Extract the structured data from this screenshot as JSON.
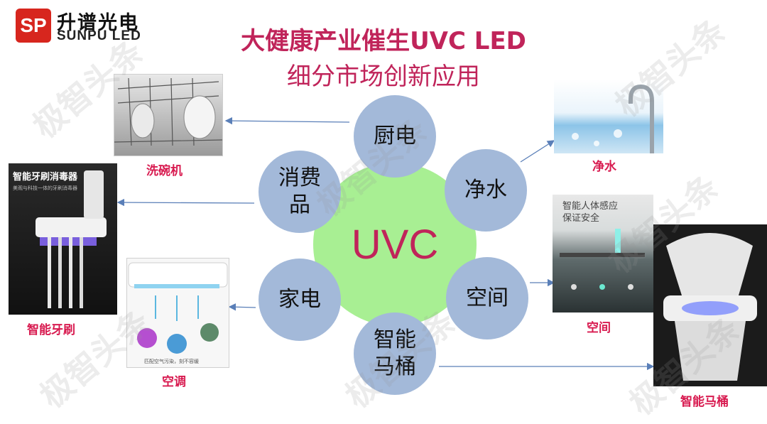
{
  "logo": {
    "cn": "升谱光电",
    "en": "SUNPU LED",
    "mark": "SP"
  },
  "title": {
    "line1": "大健康产业催生UVC LED",
    "line2": "细分市场创新应用"
  },
  "center": {
    "label": "UVC"
  },
  "nodes": {
    "kitchen": "厨电",
    "water": "净水",
    "consumer": "消费\n品",
    "space": "空间",
    "appliance": "家电",
    "toilet": "智能\n马桶"
  },
  "captions": {
    "dishwasher": "洗碗机",
    "water": "净水",
    "toothbrush": "智能牙刷",
    "space": "空间",
    "aircon": "空调",
    "toilet": "智能马桶"
  },
  "toothbrush_image_text": {
    "title": "智能牙刷消毒器",
    "subtitle": "美观与科技一体的牙刷消毒器"
  },
  "space_image_text": {
    "title": "智能人体感应",
    "subtitle": "保证安全"
  },
  "aircon_image_text": "匹配空气污染，刻不容缓",
  "watermark": "极智头条",
  "colors": {
    "title": "#c0245a",
    "caption": "#d81b50",
    "node": "#a3b9d9",
    "center": "#a8ef93",
    "logo": "#d7261e",
    "arrow": "#5a7fb8"
  }
}
